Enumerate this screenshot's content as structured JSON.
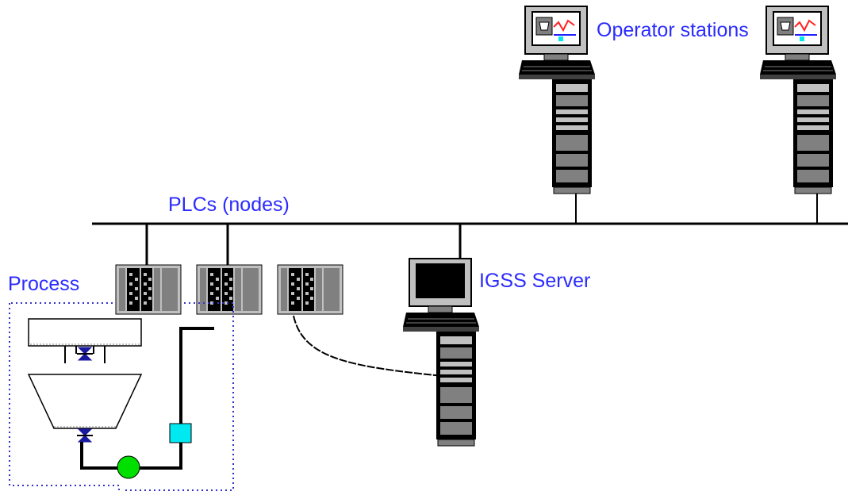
{
  "labels": {
    "operator_stations": "Operator stations",
    "plcs": "PLCs (nodes)",
    "igss_server": "IGSS Server",
    "process": "Process"
  },
  "colors": {
    "label_text": "#2b2bff",
    "line": "#000000",
    "panel_gray": "#c0c0c0",
    "dark_gray": "#808080",
    "valve_blue": "#1a1aa0",
    "pump_green": "#00e000",
    "sensor_cyan": "#00e8f0",
    "process_border": "#3333cc"
  },
  "icons": [
    "workstation-icon",
    "plc-rack-icon",
    "valve-icon",
    "pump-icon",
    "sensor-icon"
  ]
}
